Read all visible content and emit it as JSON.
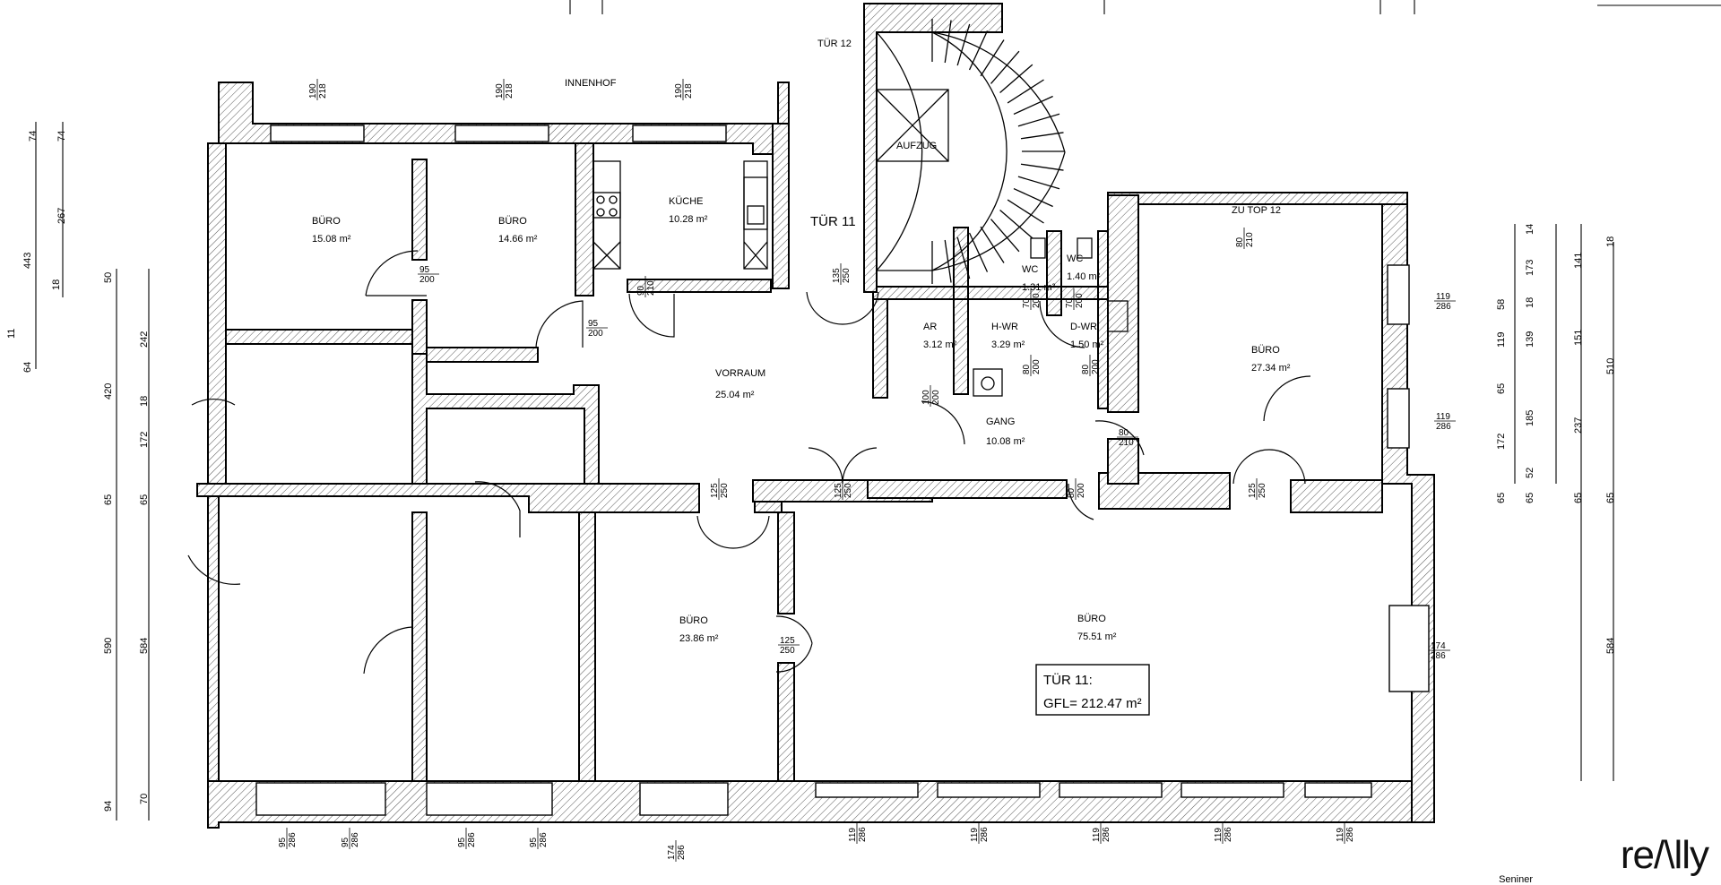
{
  "plan": {
    "courtyard_label": "INNENHOF",
    "stair_door_label": "TÜR 12",
    "unit_label": "TÜR 11",
    "neighbor_label": "ZU TOP 12",
    "elevator_label": "AUFZUG",
    "summary_line1": "TÜR 11:",
    "summary_line2": "GFL= 212.47 m²",
    "rooms": [
      {
        "name": "BÜRO",
        "area": "15.08 m²"
      },
      {
        "name": "BÜRO",
        "area": "14.66 m²"
      },
      {
        "name": "KÜCHE",
        "area": "10.28 m²"
      },
      {
        "name": "VORRAUM",
        "area": "25.04 m²"
      },
      {
        "name": "AR",
        "area": "3.12 m²"
      },
      {
        "name": "H-WR",
        "area": "3.29 m²"
      },
      {
        "name": "WC",
        "area": "1.31 m²"
      },
      {
        "name": "WC",
        "area": "1.40 m²"
      },
      {
        "name": "D-WR",
        "area": "1.50 m²"
      },
      {
        "name": "GANG",
        "area": "10.08 m²"
      },
      {
        "name": "BÜRO",
        "area": "27.34 m²"
      },
      {
        "name": "BÜRO",
        "area": "23.86 m²"
      },
      {
        "name": "BÜRO",
        "area": "75.51 m²"
      }
    ],
    "openings": [
      {
        "w": "190",
        "h": "218"
      },
      {
        "w": "190",
        "h": "218"
      },
      {
        "w": "190",
        "h": "218"
      },
      {
        "w": "95",
        "h": "200"
      },
      {
        "w": "95",
        "h": "200"
      },
      {
        "w": "90",
        "h": "210"
      },
      {
        "w": "135",
        "h": "250"
      },
      {
        "w": "100",
        "h": "200"
      },
      {
        "w": "70",
        "h": "200"
      },
      {
        "w": "70",
        "h": "200"
      },
      {
        "w": "80",
        "h": "200"
      },
      {
        "w": "80",
        "h": "200"
      },
      {
        "w": "80",
        "h": "210"
      },
      {
        "w": "80",
        "h": "210"
      },
      {
        "w": "119",
        "h": "286"
      },
      {
        "w": "119",
        "h": "286"
      },
      {
        "w": "125",
        "h": "250"
      },
      {
        "w": "125",
        "h": "250"
      },
      {
        "w": "80",
        "h": "200"
      },
      {
        "w": "125",
        "h": "250"
      },
      {
        "w": "125",
        "h": "250"
      },
      {
        "w": "174",
        "h": "286"
      },
      {
        "w": "95",
        "h": "286"
      },
      {
        "w": "95",
        "h": "286"
      },
      {
        "w": "95",
        "h": "286"
      },
      {
        "w": "95",
        "h": "286"
      },
      {
        "w": "174",
        "h": "286"
      },
      {
        "w": "119",
        "h": "286"
      },
      {
        "w": "119",
        "h": "286"
      },
      {
        "w": "119",
        "h": "286"
      },
      {
        "w": "119",
        "h": "286"
      },
      {
        "w": "119",
        "h": "286"
      }
    ],
    "dims_left_outer": [
      "74",
      "267",
      "443",
      "18",
      "50",
      "64",
      "11"
    ],
    "dims_left_mid": [
      "74",
      "242",
      "420",
      "18",
      "172",
      "65",
      "65",
      "590",
      "584",
      "94",
      "70"
    ],
    "dims_right": [
      "14",
      "173",
      "141",
      "58",
      "18",
      "119",
      "139",
      "151",
      "510",
      "65",
      "185",
      "237",
      "172",
      "52",
      "65",
      "65",
      "65",
      "65",
      "584",
      "18"
    ]
  },
  "logo": "re/\\lly",
  "footer_caption": "Seniner"
}
